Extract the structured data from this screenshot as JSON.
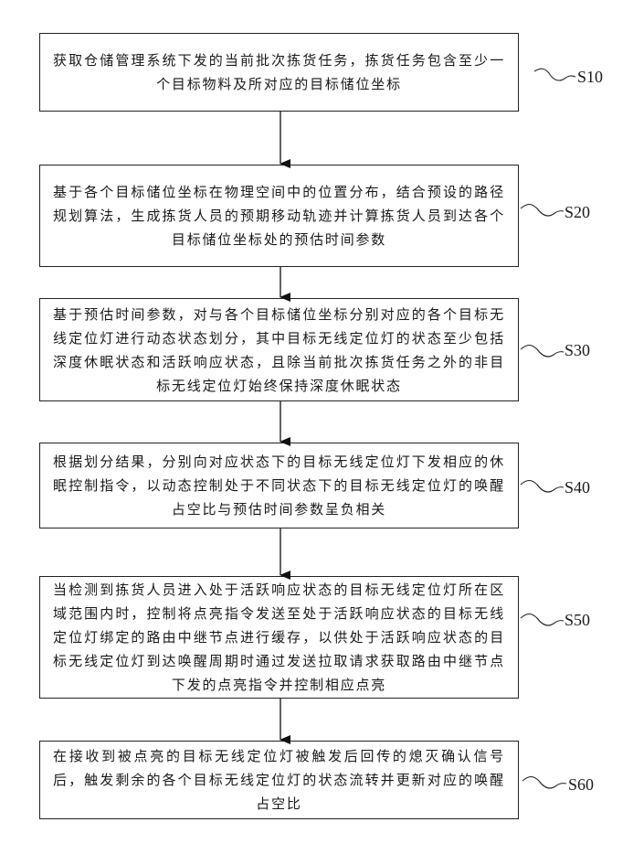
{
  "steps": [
    {
      "label": "S10",
      "text": "获取仓储管理系统下发的当前批次拣货任务，拣货任务包含至少一个目标物料及所对应的目标储位坐标"
    },
    {
      "label": "S20",
      "text": "基于各个目标储位坐标在物理空间中的位置分布，结合预设的路径规划算法，生成拣货人员的预期移动轨迹并计算拣货人员到达各个目标储位坐标处的预估时间参数"
    },
    {
      "label": "S30",
      "text": "基于预估时间参数，对与各个目标储位坐标分别对应的各个目标无线定位灯进行动态状态划分，其中目标无线定位灯的状态至少包括深度休眠状态和活跃响应状态，且除当前批次拣货任务之外的非目标无线定位灯始终保持深度休眠状态"
    },
    {
      "label": "S40",
      "text": "根据划分结果，分别向对应状态下的目标无线定位灯下发相应的休眠控制指令，以动态控制处于不同状态下的目标无线定位灯的唤醒占空比与预估时间参数呈负相关"
    },
    {
      "label": "S50",
      "text": "当检测到拣货人员进入处于活跃响应状态的目标无线定位灯所在区域范围内时，控制将点亮指令发送至处于活跃响应状态的目标无线定位灯绑定的路由中继节点进行缓存，以供处于活跃响应状态的目标无线定位灯到达唤醒周期时通过发送拉取请求获取路由中继节点下发的点亮指令并控制相应点亮"
    },
    {
      "label": "S60",
      "text": "在接收到被点亮的目标无线定位灯被触发后回传的熄灭确认信号后，触发剩余的各个目标无线定位灯的状态流转并更新对应的唤醒占空比"
    }
  ]
}
